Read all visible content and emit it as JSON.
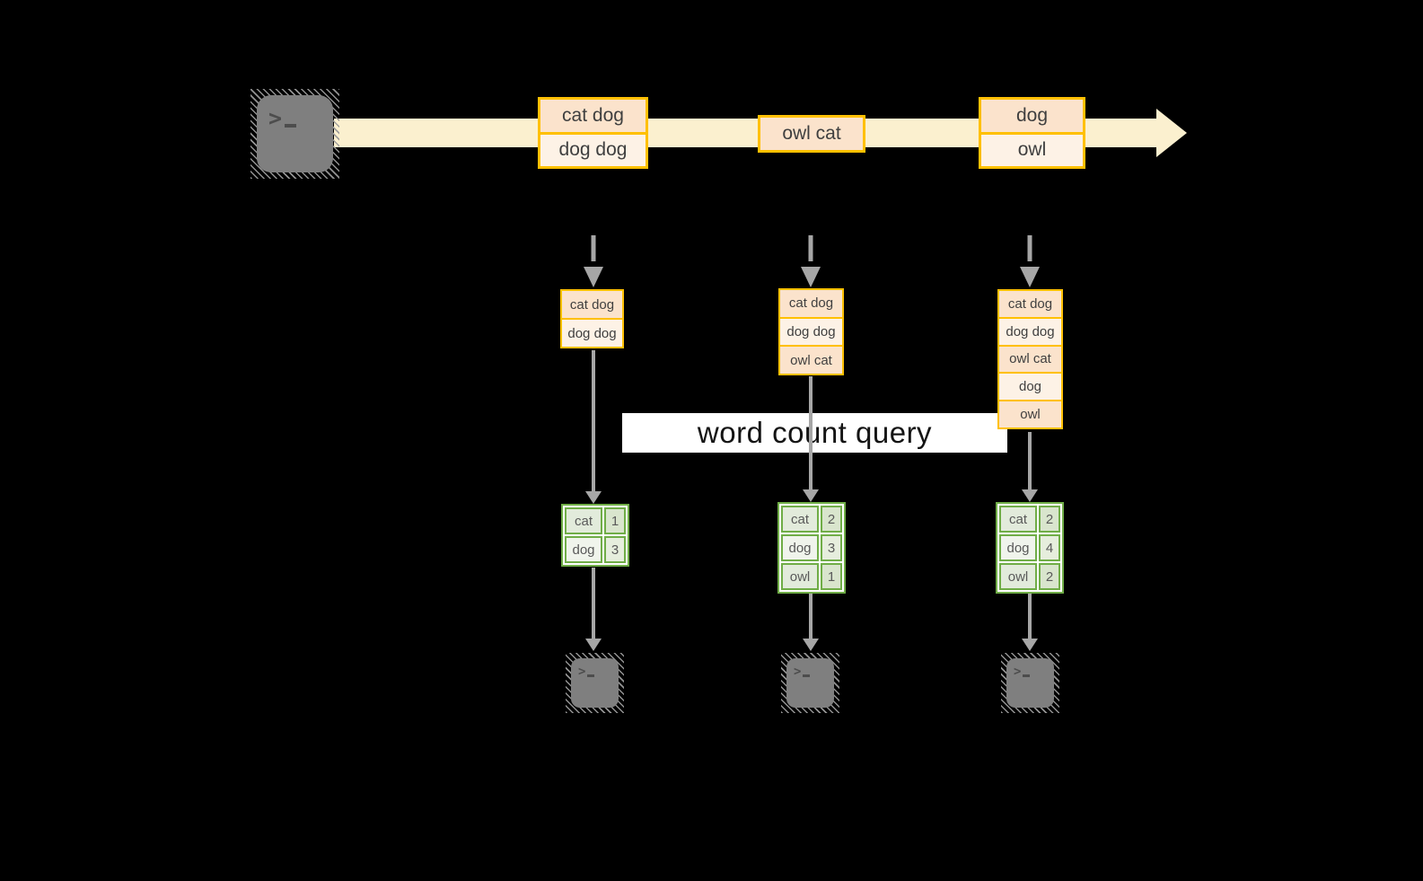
{
  "query": {
    "label": "word count query"
  },
  "stream": {
    "batches": [
      {
        "records": [
          "cat dog",
          "dog dog"
        ]
      },
      {
        "records": [
          "owl cat"
        ]
      },
      {
        "records": [
          "dog",
          "owl"
        ]
      }
    ]
  },
  "micro_batches": [
    {
      "state": [
        "cat dog",
        "dog dog"
      ],
      "result": [
        {
          "word": "cat",
          "count": "1"
        },
        {
          "word": "dog",
          "count": "3"
        }
      ]
    },
    {
      "state": [
        "cat dog",
        "dog dog",
        "owl cat"
      ],
      "result": [
        {
          "word": "cat",
          "count": "2"
        },
        {
          "word": "dog",
          "count": "3"
        },
        {
          "word": "owl",
          "count": "1"
        }
      ]
    },
    {
      "state": [
        "cat dog",
        "dog dog",
        "owl cat",
        "dog",
        "owl"
      ],
      "result": [
        {
          "word": "cat",
          "count": "2"
        },
        {
          "word": "dog",
          "count": "4"
        },
        {
          "word": "owl",
          "count": "2"
        }
      ]
    }
  ],
  "icons": {
    "prompt_chevron": ">"
  },
  "colors": {
    "background": "#000000",
    "stream_fill": "#fbf0cf",
    "box_border": "#ffc000",
    "box_fill_dark": "#fbe3cc",
    "box_fill_light": "#fdf2e6",
    "table_border": "#70ad47",
    "table_word_dark": "#e2ebdb",
    "table_num_dark": "#d9e5cd",
    "table_word_light": "#f0f4ec",
    "table_num_light": "#e6eedd",
    "arrow": "#a6a6a6",
    "terminal": "#7f7f7f",
    "label_bg": "#ffffff"
  }
}
